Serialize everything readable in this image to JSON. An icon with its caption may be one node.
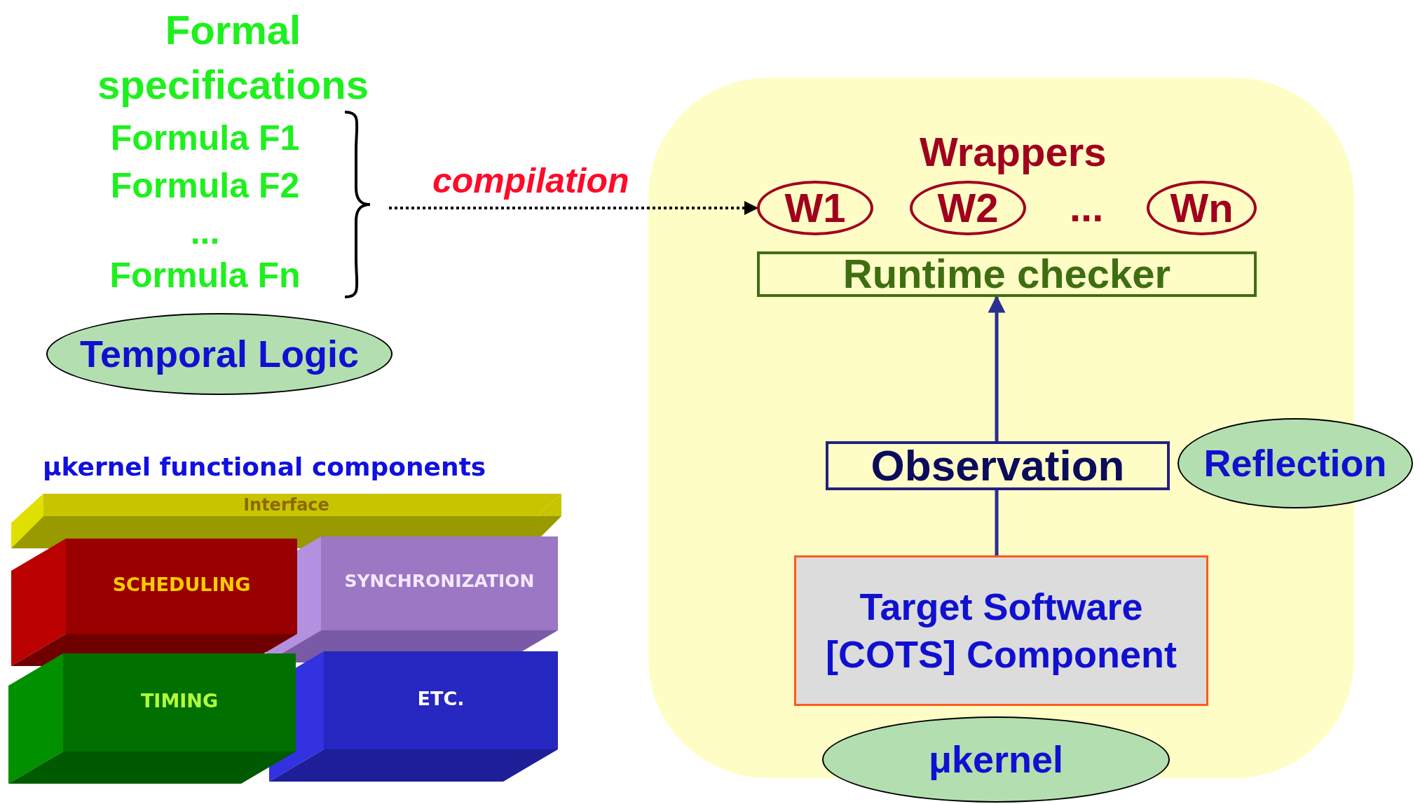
{
  "diagram": {
    "nodes": [
      {
        "text": [
          "Formal specifications",
          "Formula F1",
          "Formula F2",
          "...",
          "Formula Fn"
        ]
      },
      {
        "text": [
          "Temporal Logic"
        ]
      },
      {
        "text": [],
        "shape": "box"
      },
      {
        "text": [
          "W1"
        ],
        "in": 2
      },
      {
        "text": [
          "W2"
        ],
        "in": 2
      },
      {
        "text": [
          "Wn"
        ],
        "in": 2
      },
      {
        "text": [
          "Runtime checker"
        ],
        "in": 2
      },
      {
        "text": [
          "Observation"
        ],
        "in": 2
      },
      {
        "text": [
          "Reflection"
        ]
      },
      {
        "text": [
          "Target Software [COTS] Component"
        ],
        "in": 2
      },
      {
        "text": [
          "μkernel"
        ]
      },
      {
        "text": [
          "Interface"
        ]
      },
      {
        "text": [
          "SYNCHRONIZATION"
        ]
      },
      {
        "text": [
          "SCHEDULING"
        ]
      },
      {
        "text": [
          "ETC."
        ]
      },
      {
        "text": [
          "TIMING"
        ]
      }
    ],
    "edges": [
      {
        "from": 0,
        "to": 3,
        "arrow": "to",
        "label": "compilation",
        "style": "dashed",
        "color": "#000000"
      },
      {
        "from": 9,
        "to": 7,
        "arrow": "none"
      },
      {
        "from": 7,
        "to": 6,
        "arrow": "to"
      }
    ],
    "labels": [
      "Wrappers",
      "...",
      "μkernel functional components"
    ]
  }
}
